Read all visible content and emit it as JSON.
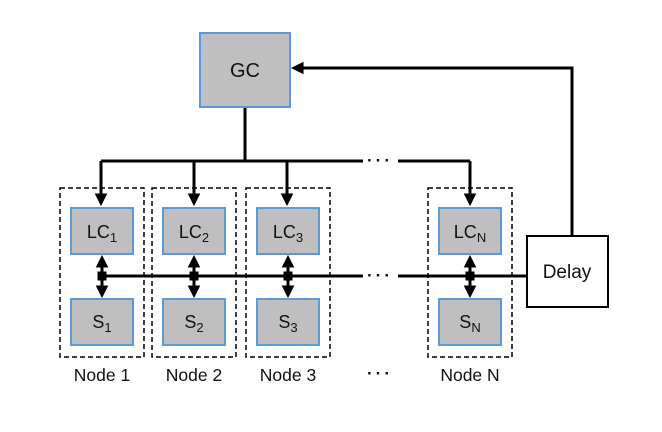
{
  "diagram": {
    "gc": {
      "label": "GC"
    },
    "delay": {
      "label": "Delay"
    },
    "nodes": [
      {
        "label": "Node 1",
        "lc_base": "LC",
        "lc_sub": "1",
        "s_base": "S",
        "s_sub": "1"
      },
      {
        "label": "Node 2",
        "lc_base": "LC",
        "lc_sub": "2",
        "s_base": "S",
        "s_sub": "2"
      },
      {
        "label": "Node 3",
        "lc_base": "LC",
        "lc_sub": "3",
        "s_base": "S",
        "s_sub": "3"
      },
      {
        "label": "Node N",
        "lc_base": "LC",
        "lc_sub": "N",
        "s_base": "S",
        "s_sub": "N"
      }
    ],
    "ellipsis": {
      "bus": "···",
      "sline": "···",
      "labels": "···"
    },
    "colors": {
      "box_fill": "#BFBFBF",
      "box_border": "#5B9BD5",
      "line": "#000000",
      "delay_fill": "#FFFFFF",
      "delay_border": "#000000"
    }
  }
}
